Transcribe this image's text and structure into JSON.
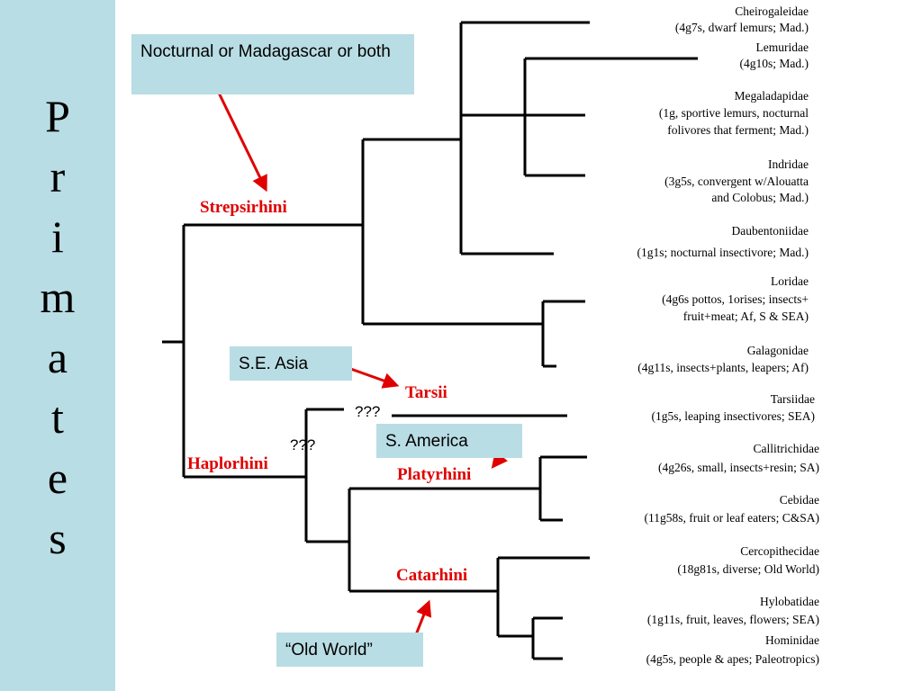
{
  "side_title": [
    "P",
    "r",
    "i",
    "m",
    "a",
    "t",
    "e",
    "s"
  ],
  "callouts": {
    "nocturnal": "Nocturnal or Madagascar or both",
    "se_asia": "S.E. Asia",
    "s_america": "S. America",
    "old_world": "“Old World”"
  },
  "clades": {
    "strepsirhini": "Strepsirhini",
    "haplorhini": "Haplorhini",
    "tarsii": "Tarsii",
    "platyrhini": "Platyrhini",
    "catarhini": "Catarhini"
  },
  "unknown_marks": [
    "???",
    "???"
  ],
  "taxa": [
    {
      "name": "Cheirogaleidae",
      "desc": "(4g7s, dwarf lemurs; Mad.)"
    },
    {
      "name": "Lemuridae",
      "desc": "(4g10s; Mad.)"
    },
    {
      "name": "Megaladapidae",
      "desc": "(1g, sportive lemurs, nocturnal",
      "desc2": "folivores that ferment; Mad.)"
    },
    {
      "name": "Indridae",
      "desc": "(3g5s, convergent w/Alouatta",
      "desc2": "and Colobus; Mad.)"
    },
    {
      "name": "Daubentoniidae",
      "desc": "(1g1s; nocturnal insectivore; Mad.)"
    },
    {
      "name": "Loridae",
      "desc": "(4g6s pottos, 1orises; insects+",
      "desc2": "fruit+meat; Af, S & SEA)"
    },
    {
      "name": "Galagonidae",
      "desc": "(4g11s, insects+plants, leapers; Af)"
    },
    {
      "name": "Tarsiidae",
      "desc": "(1g5s, leaping insectivores; SEA)"
    },
    {
      "name": "Callitrichidae",
      "desc": "(4g26s, small, insects+resin; SA)"
    },
    {
      "name": "Cebidae",
      "desc": "(11g58s, fruit or leaf eaters; C&SA)"
    },
    {
      "name": "Cercopithecidae",
      "desc": "(18g81s, diverse; Old World)"
    },
    {
      "name": "Hylobatidae",
      "desc": "(1g11s, fruit, leaves, flowers; SEA)"
    },
    {
      "name": "Hominidae",
      "desc": "(4g5s, people & apes; Paleotropics)"
    }
  ]
}
